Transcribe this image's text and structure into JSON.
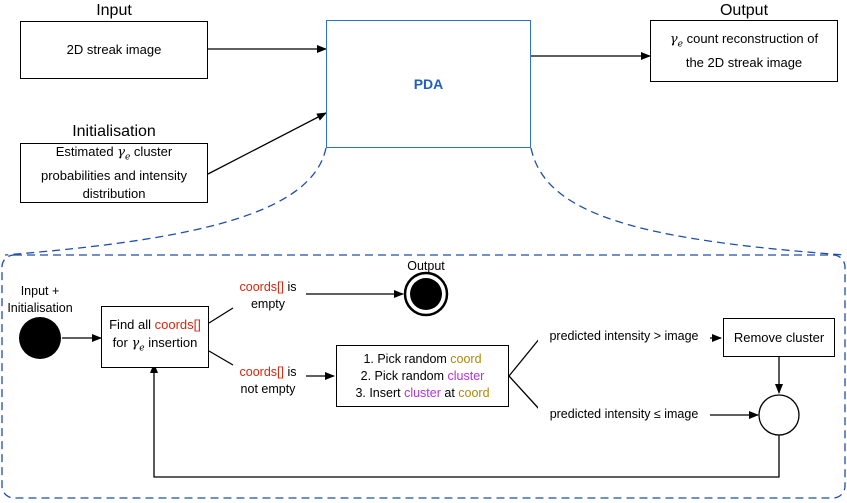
{
  "top": {
    "input_heading": "Input",
    "input_box": "2D streak image",
    "init_heading": "Initialisation",
    "init_pre": "Estimated",
    "init_gamma": "γ",
    "init_sub": "e",
    "init_post": " cluster",
    "init_line2": "probabilities and intensity",
    "init_line3": "distribution",
    "pda_label": "PDA",
    "output_heading": "Output",
    "output_gamma": "γ",
    "output_sub": "e",
    "output_line1_rest": " count reconstruction of",
    "output_line2": "the 2D streak image"
  },
  "flow": {
    "start_label_line1": "Input +",
    "start_label_line2": "Initialisation",
    "find_line1_pre": "Find all ",
    "coords": "coords[]",
    "find_line2_pre": "for ",
    "find_gamma": "γ",
    "find_sub": "e",
    "find_line2_post": " insertion",
    "empty_suffix": " is",
    "empty_line2": "empty",
    "not_empty_suffix": " is",
    "not_empty_line2": "not empty",
    "output_label": "Output",
    "step1_pre": "1. Pick random ",
    "coord": "coord",
    "step2_pre": "2. Pick random ",
    "cluster": "cluster",
    "step3_pre": "3. Insert ",
    "step3_mid": " at ",
    "cond_gt": "predicted intensity > image",
    "cond_le": "predicted intensity ≤ image",
    "remove_cluster": "Remove cluster"
  },
  "colors": {
    "pda_border": "#2f6fd6",
    "pda_text": "#1f5fbf",
    "dashed_frame": "#1f4fa8",
    "coords_red": "#d9260f",
    "coord_gold": "#b08a00",
    "cluster_purple": "#b431e0"
  }
}
